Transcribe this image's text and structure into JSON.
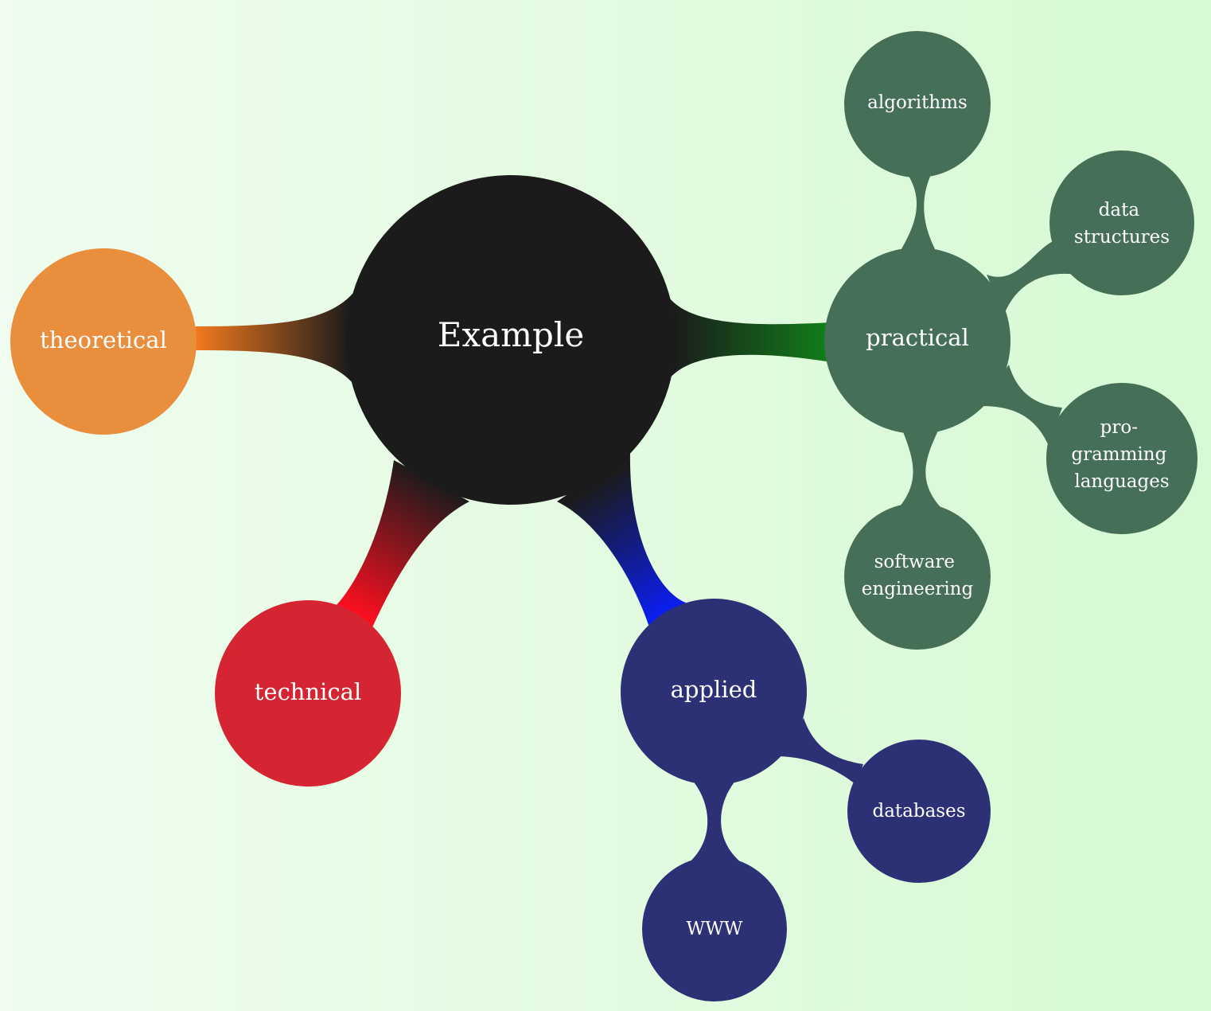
{
  "mindmap": {
    "root": {
      "label": "Example"
    },
    "branches": [
      {
        "id": "theoretical",
        "label": "theoretical",
        "color": "#e98e3d",
        "glow": "#f47a1e",
        "children": []
      },
      {
        "id": "technical",
        "label": "technical",
        "color": "#d62532",
        "glow": "#ff1020",
        "children": []
      },
      {
        "id": "applied",
        "label": "applied",
        "color": "#2c3075",
        "glow": "#0a1ef5",
        "children": [
          {
            "id": "databases",
            "label": "databases"
          },
          {
            "id": "www",
            "label": "WWW"
          }
        ]
      },
      {
        "id": "practical",
        "label": "practical",
        "color": "#456f57",
        "glow": "#10801a",
        "children": [
          {
            "id": "algorithms",
            "label": "algorithms"
          },
          {
            "id": "data-structures",
            "label": "data structures",
            "lines": [
              "data",
              "structures"
            ]
          },
          {
            "id": "programming-languages",
            "label": "programming languages",
            "lines": [
              "pro-",
              "gramming",
              "languages"
            ]
          },
          {
            "id": "software-engineering",
            "label": "software engineering",
            "lines": [
              "software",
              "engineering"
            ]
          }
        ]
      }
    ],
    "colors": {
      "root": "#1b1b1b",
      "text": "#ffffff"
    }
  }
}
